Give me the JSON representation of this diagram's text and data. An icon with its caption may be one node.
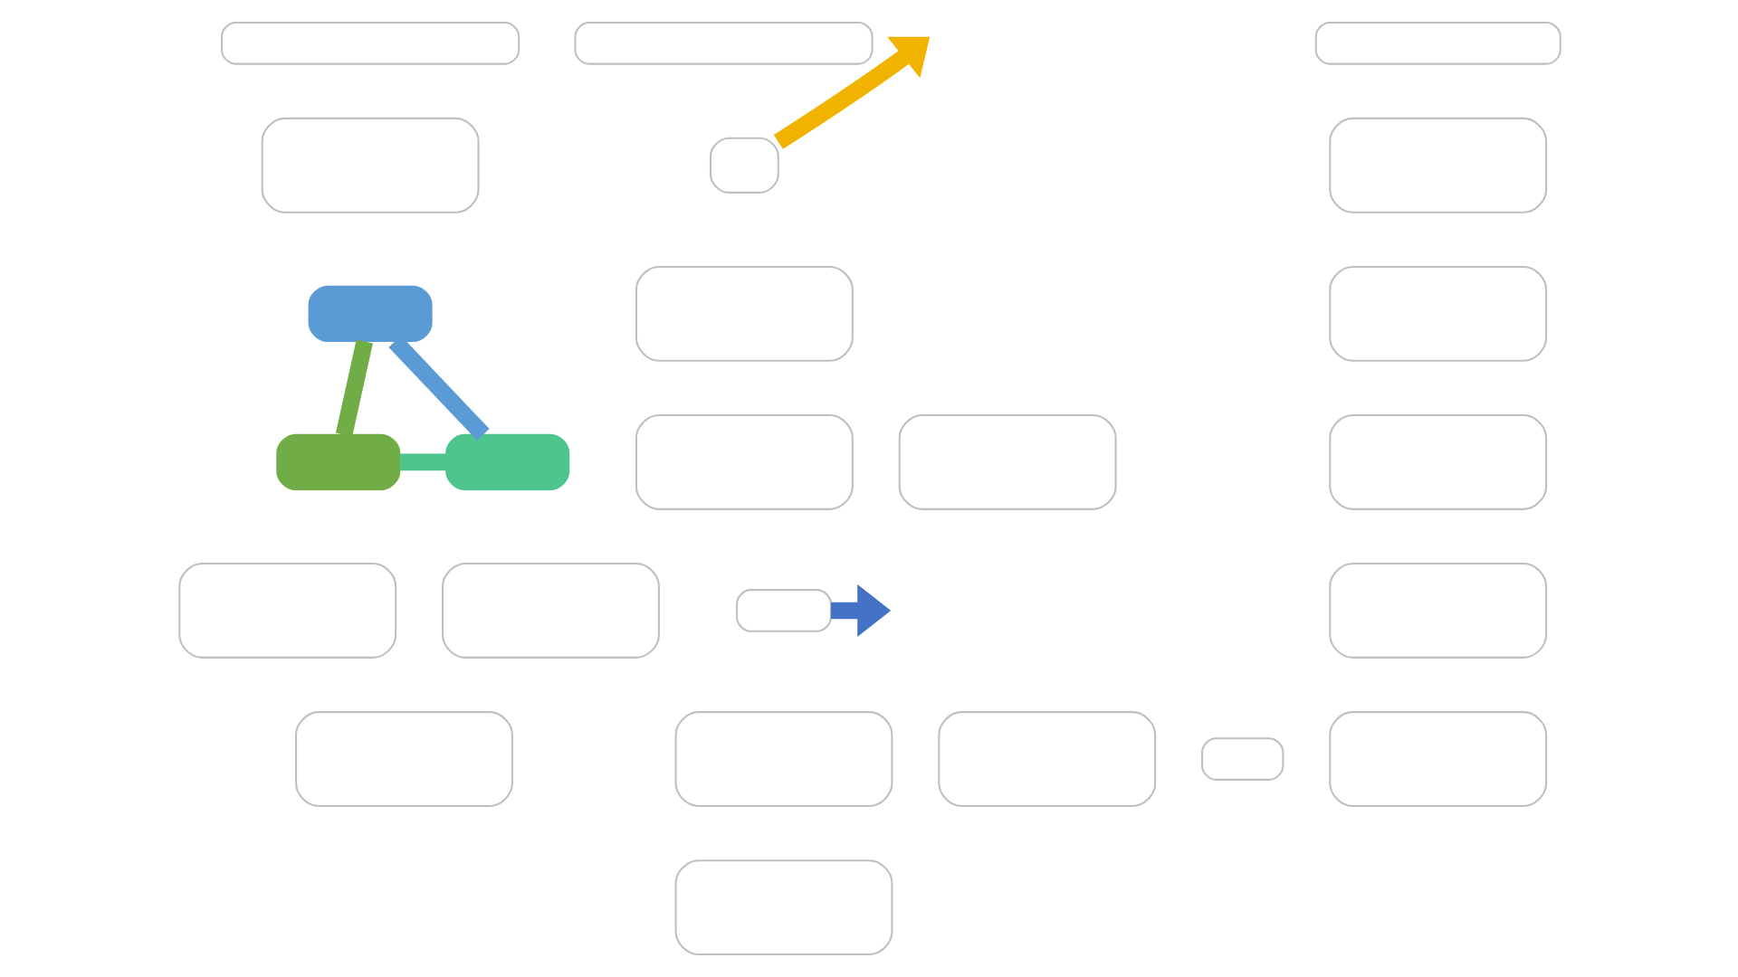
{
  "diagram": {
    "nodes": [
      {
        "text": [],
        "shape": "box"
      },
      {
        "text": [],
        "shape": "box"
      },
      {
        "text": [],
        "shape": "box"
      },
      {
        "text": [],
        "shape": "box"
      },
      {
        "text": [],
        "shape": "box"
      },
      {
        "text": [],
        "shape": "box"
      },
      {
        "text": [],
        "shape": "box"
      },
      {
        "text": [],
        "shape": "box"
      },
      {
        "text": [],
        "shape": "box"
      },
      {
        "text": [],
        "shape": "box"
      },
      {
        "text": [],
        "shape": "box"
      },
      {
        "text": [],
        "shape": "box"
      },
      {
        "text": [],
        "shape": "box"
      },
      {
        "text": [],
        "shape": "box"
      },
      {
        "text": [],
        "shape": "box"
      },
      {
        "text": [],
        "shape": "box"
      },
      {
        "text": [],
        "shape": "box"
      },
      {
        "text": [],
        "shape": "box"
      },
      {
        "text": [],
        "shape": "box"
      },
      {
        "text": [],
        "shape": "box"
      },
      {
        "text": [],
        "shape": "box"
      },
      {
        "text": [],
        "shape": "box"
      },
      {
        "text": [],
        "shape": "box"
      },
      {
        "text": [],
        "shape": "box"
      }
    ],
    "edges": [
      {
        "from": 1,
        "to": 2,
        "arrow": "none",
        "color": "#70ad47"
      },
      {
        "from": 1,
        "to": 3,
        "arrow": "none",
        "color": "#5b9bd5"
      },
      {
        "from": 2,
        "to": 3,
        "arrow": "none",
        "color": "#4ec48f"
      },
      {
        "from": 9,
        "to": null,
        "arrow": "to",
        "color": "#f0b400"
      },
      {
        "from": 13,
        "to": null,
        "arrow": "to",
        "color": "#4472c4"
      }
    ]
  }
}
